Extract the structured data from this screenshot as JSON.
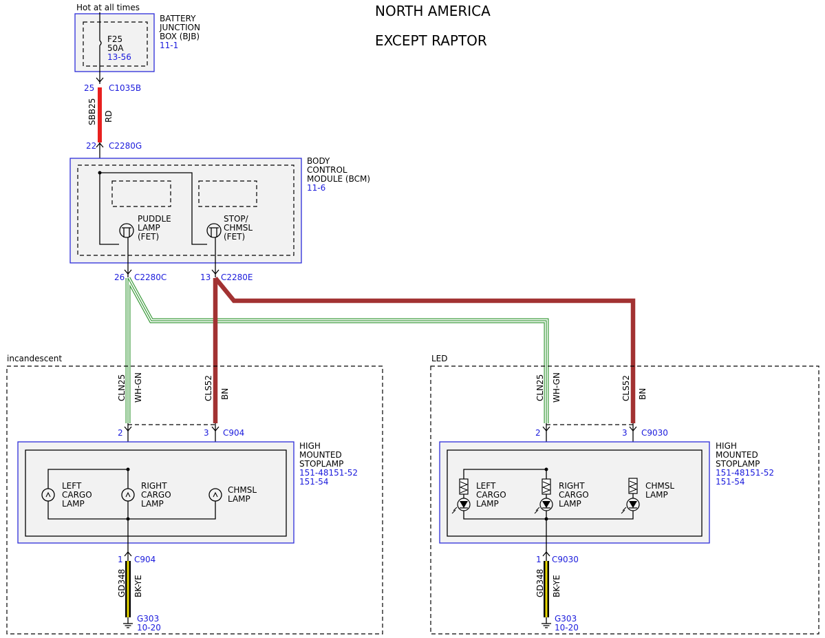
{
  "title": {
    "line1": "NORTH AMERICA",
    "line2": "EXCEPT RAPTOR"
  },
  "power": {
    "hot_label": "Hot at all times",
    "fuse": {
      "name": "F25",
      "rating": "50A",
      "ref": "13-56"
    },
    "bjb": {
      "line1": "BATTERY",
      "line2": "JUNCTION",
      "line3": "BOX (BJB)",
      "ref": "11-1"
    }
  },
  "feed_wire": {
    "top_pin": "25",
    "top_connector": "C1035B",
    "circuit": "SBB25",
    "color": "RD",
    "bottom_pin": "22",
    "bottom_connector": "C2280G"
  },
  "bcm": {
    "line1": "BODY",
    "line2": "CONTROL",
    "line3": "MODULE (BCM)",
    "ref": "11-6",
    "puddle_fet": {
      "line1": "PUDDLE",
      "line2": "LAMP",
      "line3": "(FET)"
    },
    "stop_fet": {
      "line1": "STOP/",
      "line2": "CHMSL",
      "line3": "(FET)"
    },
    "out_puddle": {
      "pin": "26",
      "connector": "C2280C"
    },
    "out_stop": {
      "pin": "13",
      "connector": "C2280E"
    }
  },
  "variants": [
    {
      "label": "incandescent",
      "wire1": {
        "circuit": "CLN25",
        "color": "WH-GN",
        "pin": "2"
      },
      "wire2": {
        "circuit": "CLS52",
        "color": "BN",
        "pin": "3"
      },
      "connector": "C904",
      "hms": {
        "line1": "HIGH",
        "line2": "MOUNTED",
        "line3": "STOPLAMP",
        "ref1": "151-48151-52",
        "ref2": "151-54"
      },
      "lamps": [
        {
          "line1": "LEFT",
          "line2": "CARGO",
          "line3": "LAMP"
        },
        {
          "line1": "RIGHT",
          "line2": "CARGO",
          "line3": "LAMP"
        },
        {
          "line1": "CHMSL",
          "line2": "LAMP"
        }
      ],
      "ground": {
        "pin": "1",
        "connector": "C904",
        "circuit": "GD348",
        "color": "BK-YE",
        "name": "G303",
        "ref": "10-20"
      }
    },
    {
      "label": "LED",
      "wire1": {
        "circuit": "CLN25",
        "color": "WH-GN",
        "pin": "2"
      },
      "wire2": {
        "circuit": "CLS52",
        "color": "BN",
        "pin": "3"
      },
      "connector": "C9030",
      "hms": {
        "line1": "HIGH",
        "line2": "MOUNTED",
        "line3": "STOPLAMP",
        "ref1": "151-48151-52",
        "ref2": "151-54"
      },
      "lamps": [
        {
          "line1": "LEFT",
          "line2": "CARGO",
          "line3": "LAMP"
        },
        {
          "line1": "RIGHT",
          "line2": "CARGO",
          "line3": "LAMP"
        },
        {
          "line1": "CHMSL",
          "line2": "LAMP"
        }
      ],
      "ground": {
        "pin": "1",
        "connector": "C9030",
        "circuit": "GD348",
        "color": "BK-YE",
        "name": "G303",
        "ref": "10-20"
      }
    }
  ],
  "colors": {
    "red_wire": "#e8201f",
    "brown_wire": "#a23232",
    "wh_gn_wire": "#3a9a3a",
    "bk_ye_wire": "#e8d800",
    "ref_blue": "#1a1adc"
  }
}
